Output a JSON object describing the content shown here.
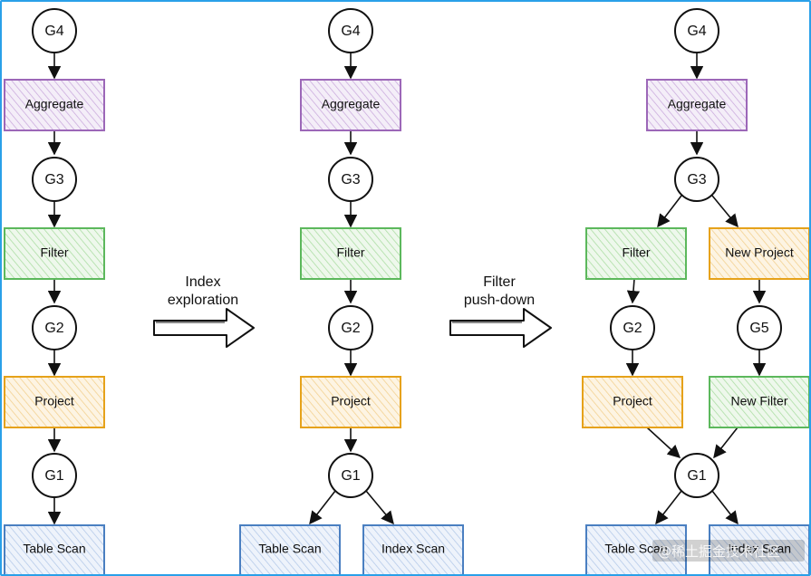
{
  "panel1": {
    "groups": [
      "G4",
      "G3",
      "G2",
      "G1"
    ],
    "ops": [
      "Aggregate",
      "Filter",
      "Project",
      "Table Scan"
    ]
  },
  "panel2": {
    "groups": [
      "G4",
      "G3",
      "G2",
      "G1"
    ],
    "ops": [
      "Aggregate",
      "Filter",
      "Project",
      "Table Scan",
      "Index Scan"
    ]
  },
  "panel3": {
    "groups": [
      "G4",
      "G3",
      "G2",
      "G5",
      "G1"
    ],
    "ops": [
      "Aggregate",
      "Filter",
      "New Project",
      "Project",
      "New Filter",
      "Table Scan",
      "Index Scan"
    ]
  },
  "transitions": [
    {
      "line1": "Index",
      "line2": "exploration"
    },
    {
      "line1": "Filter",
      "line2": "push-down"
    }
  ],
  "watermark": "@稀土掘金技术社区",
  "colors": {
    "frame": "#2aa0e8",
    "purple": "#9c67b8",
    "green": "#5cb85c",
    "orange": "#e6a21a",
    "blue": "#4a7fc1"
  }
}
